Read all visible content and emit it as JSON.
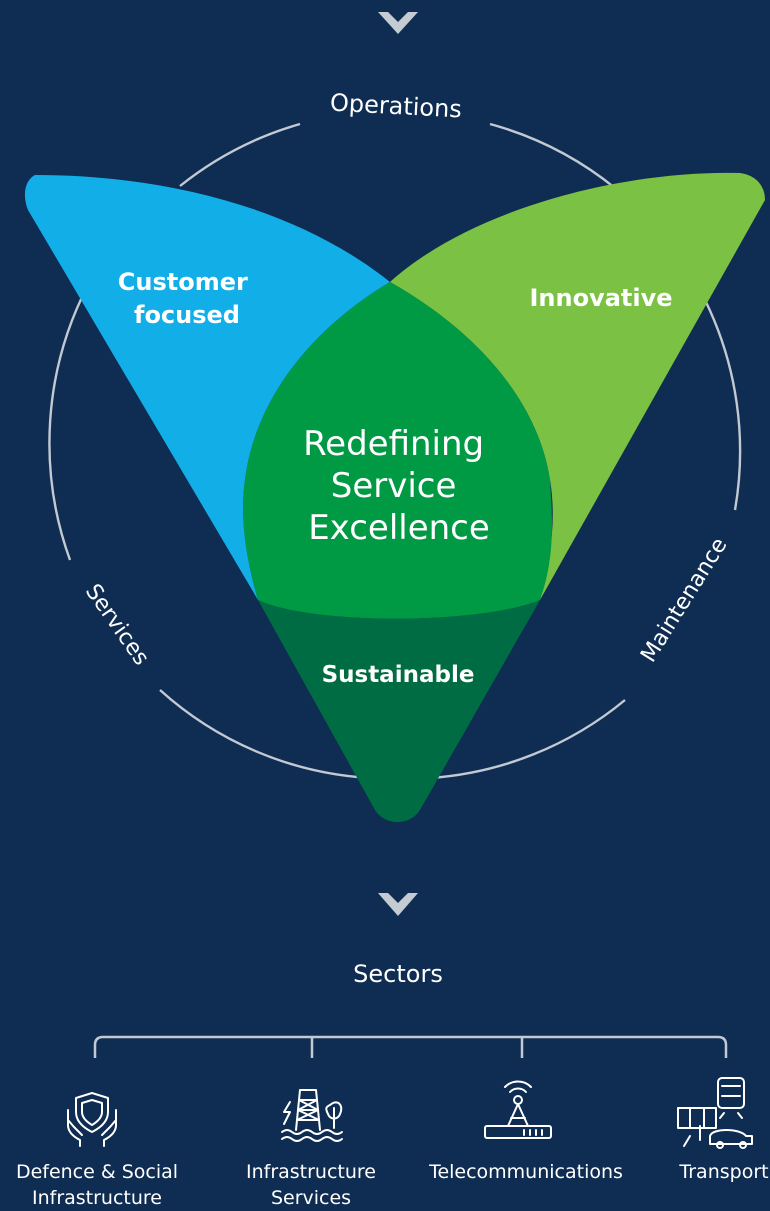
{
  "ring_labels": {
    "top": "Operations",
    "left": "Services",
    "right": "Maintenance"
  },
  "petals": {
    "left": "Customer focused",
    "left_lines": [
      "Customer",
      "focused"
    ],
    "right": "Innovative",
    "bottom": "Sustainable"
  },
  "center": {
    "lines": [
      "Redefining",
      "Service",
      "Excellence"
    ]
  },
  "sectors": {
    "title": "Sectors",
    "items": [
      {
        "lines": [
          "Defence & Social",
          "Infrastructure"
        ],
        "icon": "shield-hands-icon"
      },
      {
        "lines": [
          "Infrastructure",
          "Services"
        ],
        "icon": "power-water-tree-icon"
      },
      {
        "lines": [
          "Telecommunications"
        ],
        "icon": "antenna-router-icon"
      },
      {
        "lines": [
          "Transport"
        ],
        "icon": "train-car-icon"
      }
    ]
  },
  "colors": {
    "background": "#0f2d52",
    "customer_focused": "#12aee8",
    "innovative": "#7bc143",
    "center": "#009a44",
    "sustainable": "#006c43",
    "ring": "#c2c9d3",
    "arrow": "#c5cbd3"
  }
}
